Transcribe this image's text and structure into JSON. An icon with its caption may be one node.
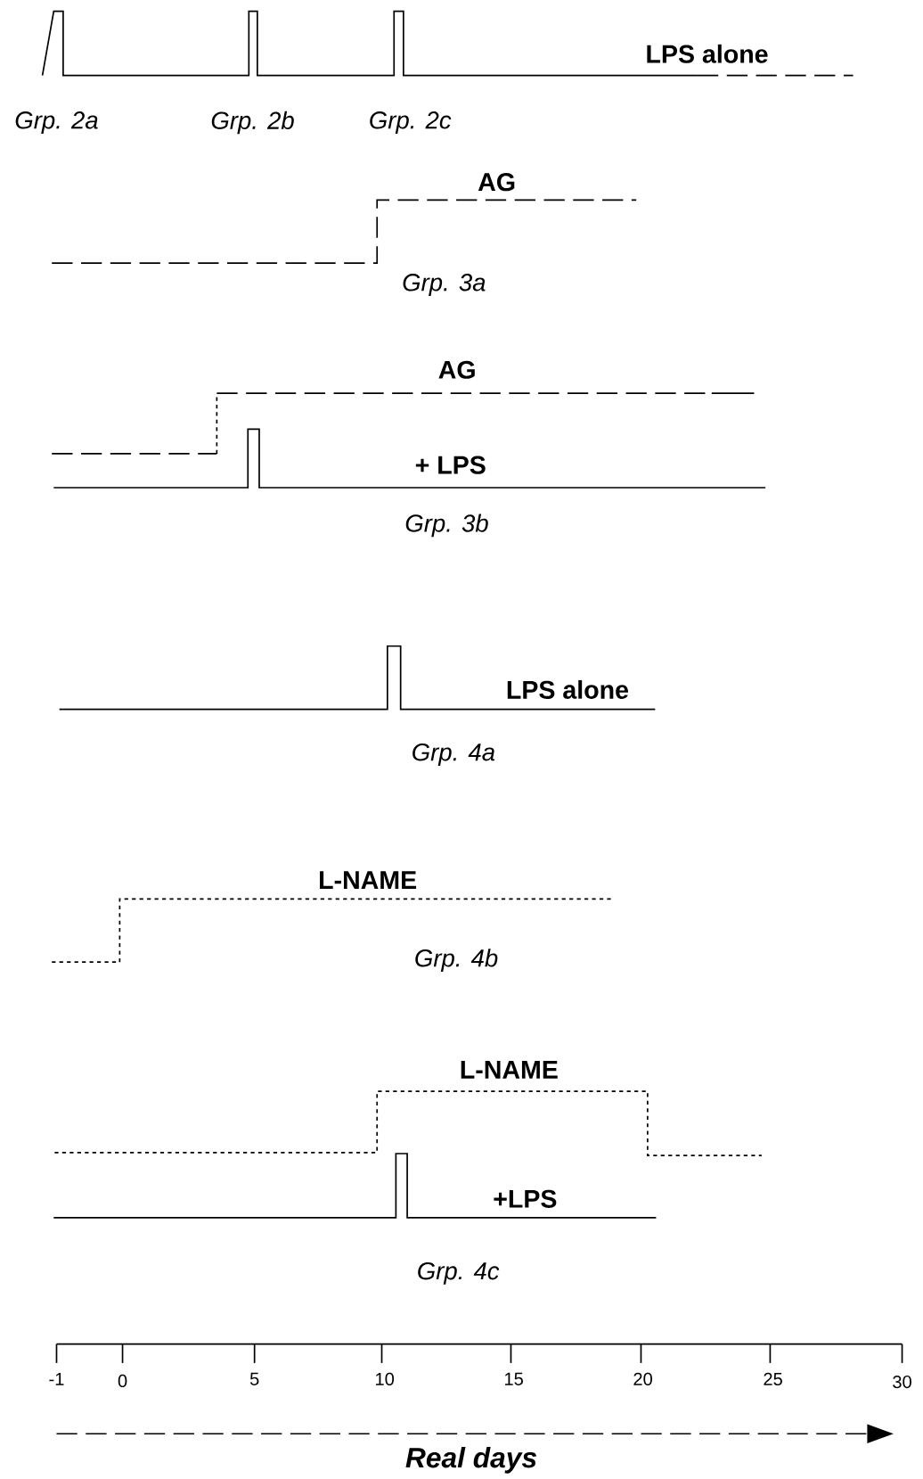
{
  "diagram": {
    "labels": [
      "LPS alone",
      "Grp. 2a",
      "Grp. 2b",
      "Grp. 2c",
      "AG",
      "Grp. 3a",
      "AG",
      "+ LPS",
      "Grp. 3b",
      "LPS alone",
      "Grp. 4a",
      "L-NAME",
      "Grp. 4b",
      "L-NAME",
      "+LPS",
      "Grp. 4c",
      "-1",
      "0",
      "5",
      "10",
      "15",
      "20",
      "25",
      "30",
      "Real days"
    ]
  }
}
